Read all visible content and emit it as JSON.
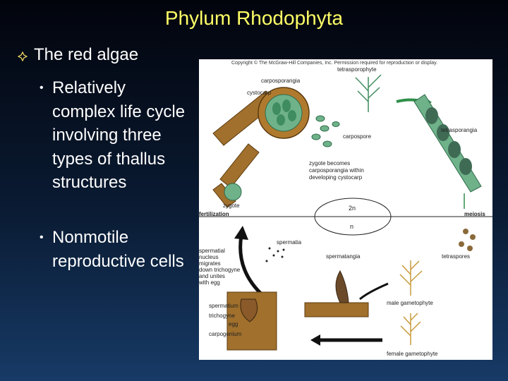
{
  "title": "Phylum Rhodophyta",
  "main_bullet": "The red algae",
  "bullets": [
    "Relatively complex life cycle involving three types of thallus structures",
    "Nonmotile reproductive cells"
  ],
  "figure": {
    "copyright": "Copyright © The McGraw-Hill Companies, Inc. Permission required for reproduction or display.",
    "labels": {
      "tetrasporophyte": "tetrasporophyte",
      "carposporangia": "carposporangia",
      "cystocarp": "cystocarp",
      "carpospore": "carpospore",
      "tetrasporangia": "tetrasporangia",
      "zygote_becomes_1": "zygote becomes",
      "zygote_becomes_2": "carposporangia within",
      "zygote_becomes_3": "developing cystocarp",
      "zygote": "zygote",
      "two_n": "2n",
      "n": "n",
      "fertilization": "fertilization",
      "meiosis": "meiosis",
      "spermatia": "spermatia",
      "spermatial_1": "spermatial",
      "spermatial_2": "nucleus",
      "spermatial_3": "migrates",
      "spermatial_4": "down trichogyne",
      "spermatial_5": "and unites",
      "spermatial_6": "with egg",
      "spermatangia": "spermatangia",
      "tetraspores": "tetraspores",
      "male_gametophyte": "male gametophyte",
      "female_gametophyte": "female gametophyte",
      "spermatium": "spermatium",
      "trichogyne": "trichogyne",
      "egg": "egg",
      "carpogonium": "carpogonium"
    }
  }
}
